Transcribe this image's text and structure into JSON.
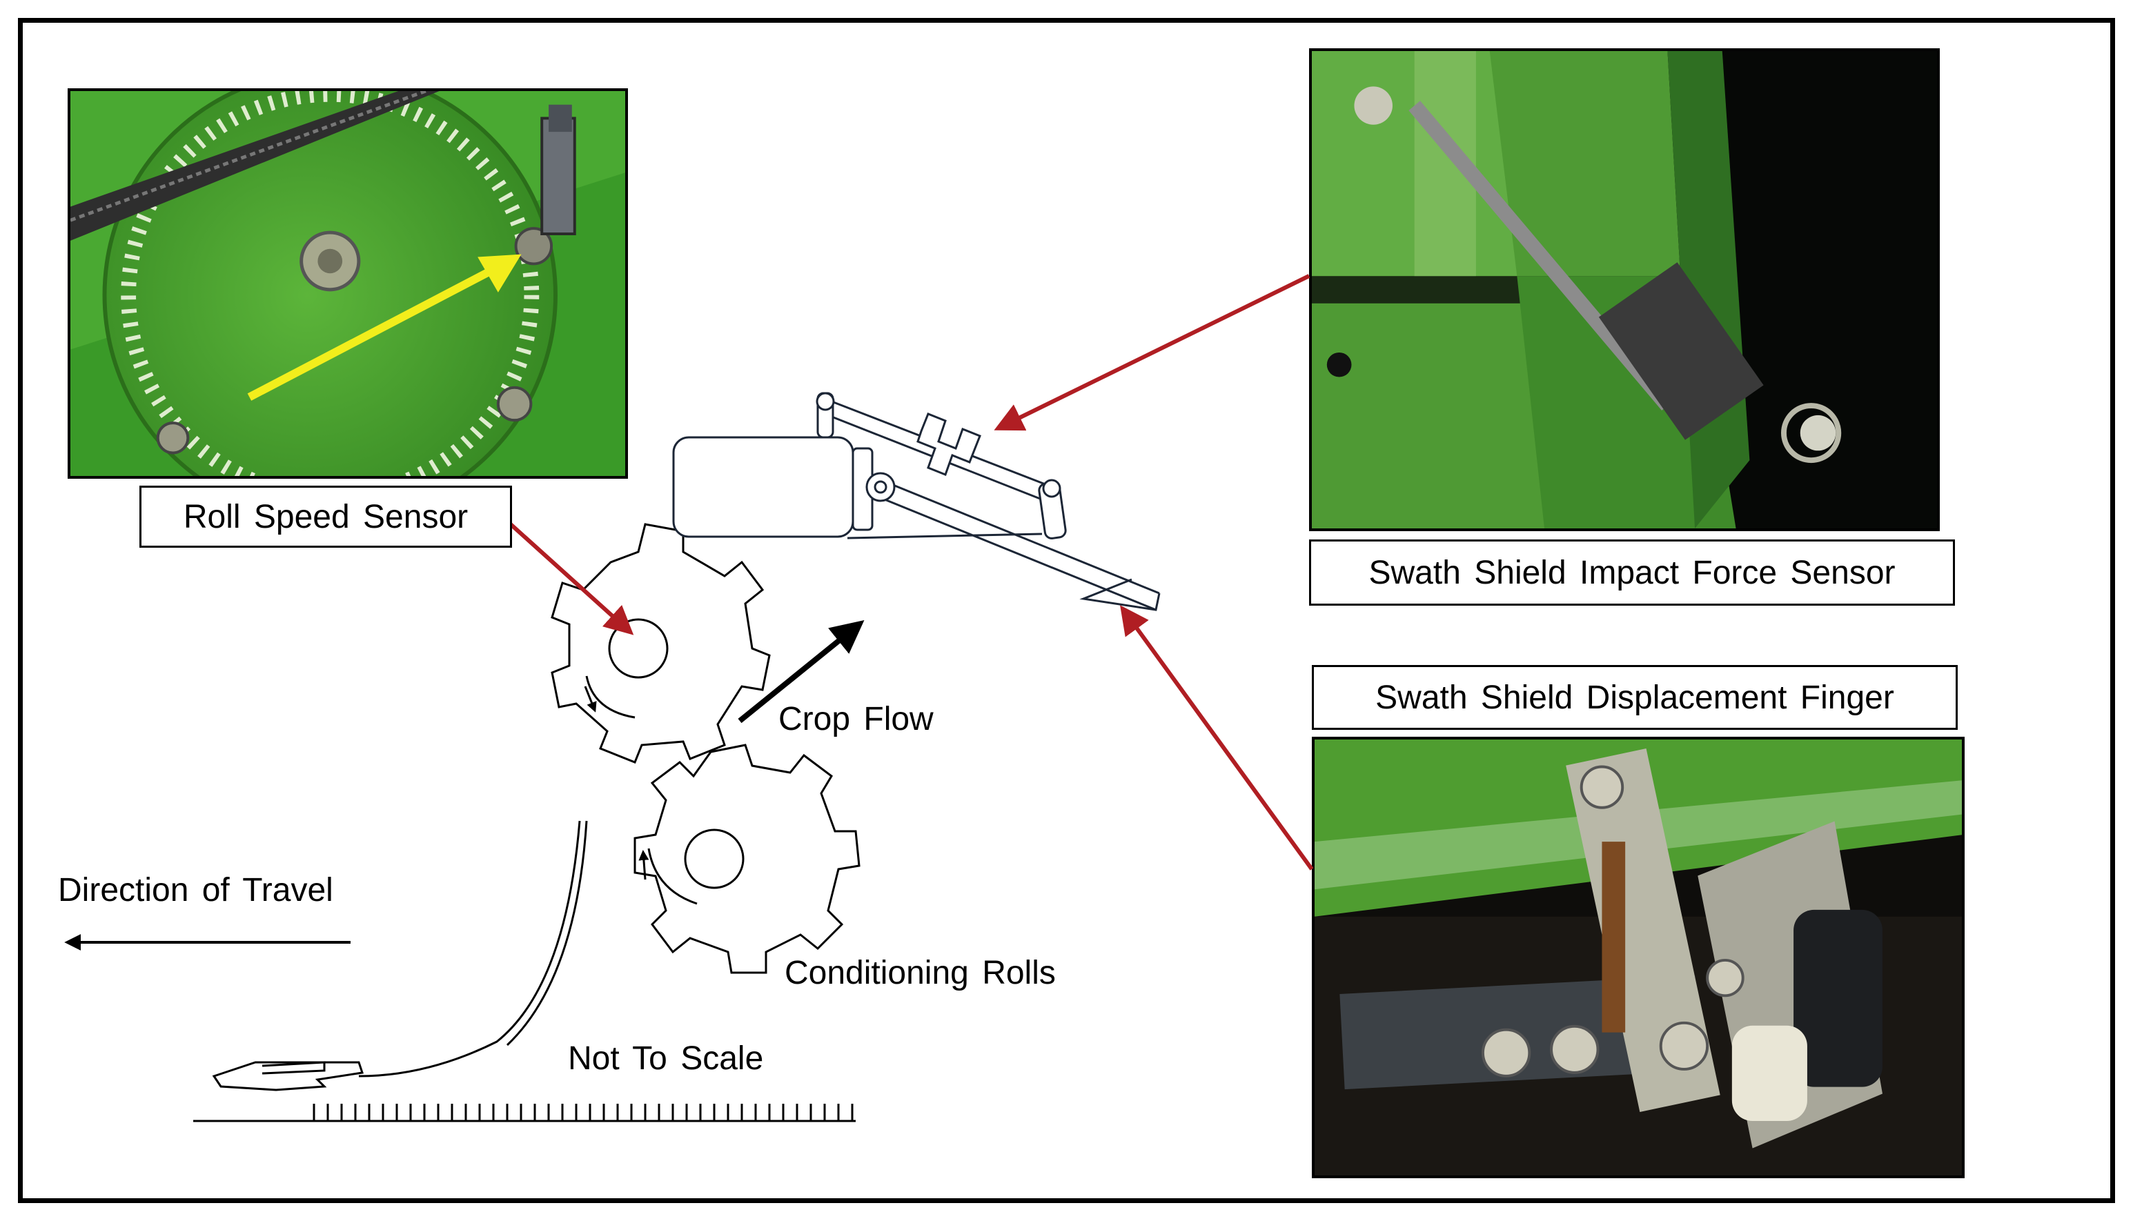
{
  "labels": {
    "roll_speed_sensor": "Roll Speed Sensor",
    "impact_force_sensor": "Swath Shield Impact Force Sensor",
    "displacement_finger": "Swath Shield Displacement Finger",
    "crop_flow": "Crop Flow",
    "direction_of_travel": "Direction of Travel",
    "conditioning_rolls": "Conditioning Rolls",
    "not_to_scale": "Not To Scale"
  },
  "colors": {
    "frame": "#000000",
    "pointer_arrow": "#b01e23",
    "machine_green": "#3f9a2c",
    "highlight_arrow": "#f2ee1c",
    "line_drawing": "#1c2636"
  },
  "icons": {
    "roll_photo": "sprocket-wheel-photo",
    "force_photo": "force-sensor-photo",
    "finger_photo": "displacement-finger-photo"
  }
}
